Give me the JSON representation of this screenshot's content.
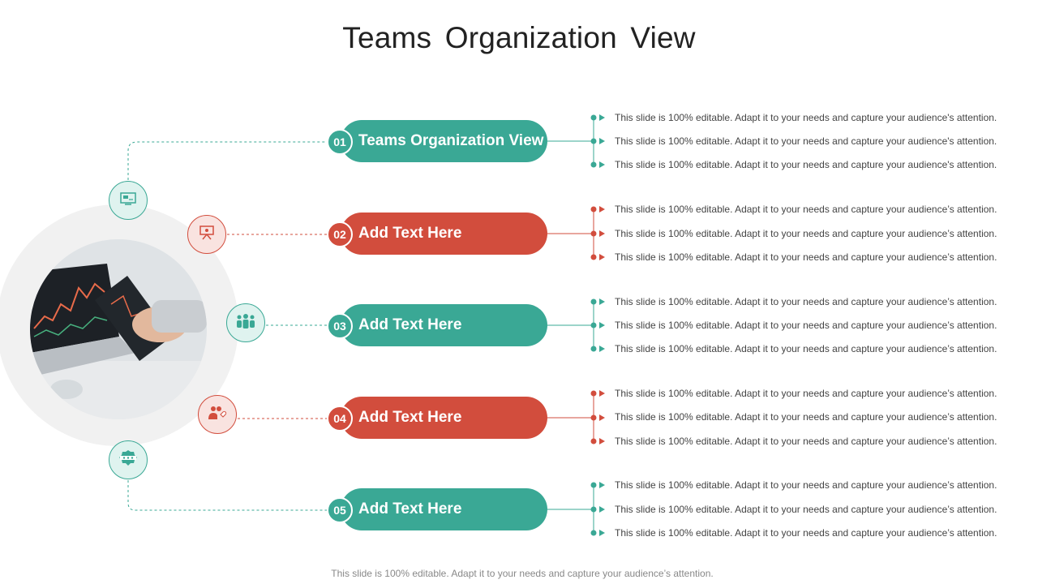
{
  "title": "Teams Organization View",
  "colors": {
    "teal": "#3aa895",
    "red": "#d24d3d"
  },
  "items": [
    {
      "number": "01",
      "label": "Teams Organization View",
      "color": "teal",
      "icon": "presentation-screen-icon",
      "bullets": [
        "This slide is 100% editable. Adapt it to your needs and capture your audience's attention.",
        "This slide is 100% editable. Adapt it to your needs and capture your audience's attention.",
        "This slide is 100% editable. Adapt it to your needs and capture your audience's attention."
      ]
    },
    {
      "number": "02",
      "label": "Add Text Here",
      "color": "red",
      "icon": "presentation-board-icon",
      "bullets": [
        "This slide is 100% editable. Adapt it to your needs and capture your audience’s attention.",
        "This slide is 100% editable. Adapt it to your needs and capture your audience’s attention.",
        "This slide is 100% editable. Adapt it to your needs and capture your audience’s attention."
      ]
    },
    {
      "number": "03",
      "label": "Add Text Here",
      "color": "teal",
      "icon": "team-group-icon",
      "bullets": [
        "This slide is 100% editable. Adapt it to your needs and capture your audience’s attention.",
        "This slide is 100% editable. Adapt it to your needs and capture your audience’s attention.",
        "This slide is 100% editable. Adapt it to your needs and capture your audience’s attention."
      ]
    },
    {
      "number": "04",
      "label": "Add Text Here",
      "color": "red",
      "icon": "users-heart-icon",
      "bullets": [
        "This slide is 100% editable. Adapt it to your needs and capture your audience’s attention.",
        "This slide is 100% editable. Adapt it to your needs and capture your audience’s attention.",
        "This slide is 100% editable. Adapt it to your needs and capture your audience’s attention."
      ]
    },
    {
      "number": "05",
      "label": "Add Text Here",
      "color": "teal",
      "icon": "award-badge-icon",
      "bullets": [
        "This slide is 100% editable. Adapt it to your needs and capture your audience’s attention.",
        "This slide is 100% editable. Adapt it to your needs and capture your audience’s attention.",
        "This slide is 100% editable. Adapt it to your needs and capture your audience’s attention."
      ]
    }
  ],
  "footer": "This slide is 100% editable. Adapt it to your needs and capture your audience’s attention."
}
